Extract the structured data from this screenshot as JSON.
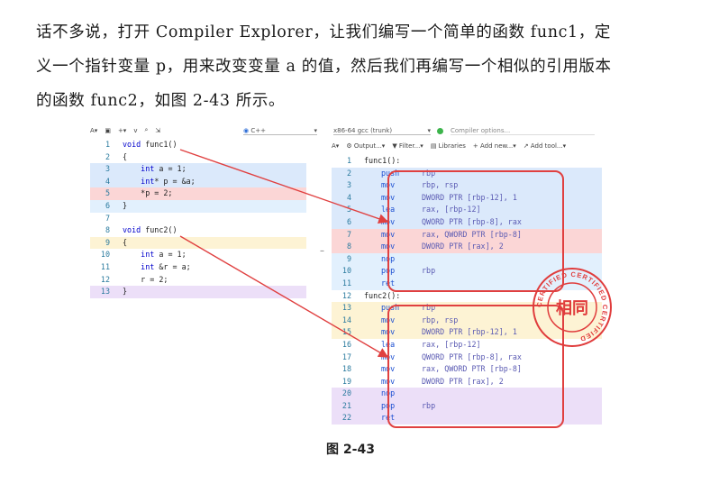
{
  "paragraph": {
    "line1": "话不多说，打开 Compiler Explorer，让我们编写一个简单的函数 func1，定",
    "line2": "义一个指针变量 p，用来改变变量 a 的值，然后我们再编写一个相似的引用版本",
    "line3": "的函数 func2，如图 2-43 所示。"
  },
  "editor": {
    "toolbar": [
      "A▾",
      "▣",
      "+▾",
      "v",
      "⌕",
      "⇲"
    ],
    "language": "C++",
    "lines": [
      {
        "n": "1",
        "code": "void func1()",
        "bg": "#ffffff"
      },
      {
        "n": "2",
        "code": "{",
        "bg": "#ffffff"
      },
      {
        "n": "3",
        "code": "    int a = 1;",
        "bg": "#dbe9fb"
      },
      {
        "n": "4",
        "code": "    int* p = &a;",
        "bg": "#dbe9fb"
      },
      {
        "n": "5",
        "code": "    *p = 2;",
        "bg": "#fbd6d6"
      },
      {
        "n": "6",
        "code": "}",
        "bg": "#e2f0fd"
      },
      {
        "n": "7",
        "code": "",
        "bg": "#ffffff"
      },
      {
        "n": "8",
        "code": "void func2()",
        "bg": "#ffffff"
      },
      {
        "n": "9",
        "code": "{",
        "bg": "#fdf3d4"
      },
      {
        "n": "10",
        "code": "    int a = 1;",
        "bg": "#ffffff"
      },
      {
        "n": "11",
        "code": "    int &r = a;",
        "bg": "#ffffff"
      },
      {
        "n": "12",
        "code": "    r = 2;",
        "bg": "#ffffff"
      },
      {
        "n": "13",
        "code": "}",
        "bg": "#ecdff8"
      }
    ]
  },
  "compiler": {
    "name": "x86-64 gcc (trunk)",
    "options_placeholder": "Compiler options...",
    "toolbar": [
      "A▾",
      "⚙ Output...▾",
      "▼ Filter...▾",
      "▤ Libraries",
      "+ Add new...▾",
      "↗ Add tool...▾"
    ],
    "lines": [
      {
        "n": "1",
        "label": "func1():",
        "ins": "",
        "ops": "",
        "bg": "#ffffff"
      },
      {
        "n": "2",
        "label": "",
        "ins": "push",
        "ops": "rbp",
        "bg": "#dbe9fb"
      },
      {
        "n": "3",
        "label": "",
        "ins": "mov",
        "ops": "rbp, rsp",
        "bg": "#dbe9fb"
      },
      {
        "n": "4",
        "label": "",
        "ins": "mov",
        "ops": "DWORD PTR [rbp-12], 1",
        "bg": "#dbe9fb"
      },
      {
        "n": "5",
        "label": "",
        "ins": "lea",
        "ops": "rax, [rbp-12]",
        "bg": "#dbe9fb"
      },
      {
        "n": "6",
        "label": "",
        "ins": "mov",
        "ops": "QWORD PTR [rbp-8], rax",
        "bg": "#dbe9fb"
      },
      {
        "n": "7",
        "label": "",
        "ins": "mov",
        "ops": "rax, QWORD PTR [rbp-8]",
        "bg": "#fbd6d6"
      },
      {
        "n": "8",
        "label": "",
        "ins": "mov",
        "ops": "DWORD PTR [rax], 2",
        "bg": "#fbd6d6"
      },
      {
        "n": "9",
        "label": "",
        "ins": "nop",
        "ops": "",
        "bg": "#e2f0fd"
      },
      {
        "n": "10",
        "label": "",
        "ins": "pop",
        "ops": "rbp",
        "bg": "#e2f0fd"
      },
      {
        "n": "11",
        "label": "",
        "ins": "ret",
        "ops": "",
        "bg": "#e2f0fd"
      },
      {
        "n": "12",
        "label": "func2():",
        "ins": "",
        "ops": "",
        "bg": "#ffffff"
      },
      {
        "n": "13",
        "label": "",
        "ins": "push",
        "ops": "rbp",
        "bg": "#fdf3d4"
      },
      {
        "n": "14",
        "label": "",
        "ins": "mov",
        "ops": "rbp, rsp",
        "bg": "#fdf3d4"
      },
      {
        "n": "15",
        "label": "",
        "ins": "mov",
        "ops": "DWORD PTR [rbp-12], 1",
        "bg": "#fdf3d4"
      },
      {
        "n": "16",
        "label": "",
        "ins": "lea",
        "ops": "rax, [rbp-12]",
        "bg": "#ffffff"
      },
      {
        "n": "17",
        "label": "",
        "ins": "mov",
        "ops": "QWORD PTR [rbp-8], rax",
        "bg": "#ffffff"
      },
      {
        "n": "18",
        "label": "",
        "ins": "mov",
        "ops": "rax, QWORD PTR [rbp-8]",
        "bg": "#ffffff"
      },
      {
        "n": "19",
        "label": "",
        "ins": "mov",
        "ops": "DWORD PTR [rax], 2",
        "bg": "#ffffff"
      },
      {
        "n": "20",
        "label": "",
        "ins": "nop",
        "ops": "",
        "bg": "#ecdff8"
      },
      {
        "n": "21",
        "label": "",
        "ins": "pop",
        "ops": "rbp",
        "bg": "#ecdff8"
      },
      {
        "n": "22",
        "label": "",
        "ins": "ret",
        "ops": "",
        "bg": "#ecdff8"
      }
    ]
  },
  "stamp": {
    "center_text": "相同",
    "ring_text": "CERTIFIED CERTIFIED CERTIFIED",
    "color": "#e03c3c"
  },
  "caption": "图 2-43"
}
